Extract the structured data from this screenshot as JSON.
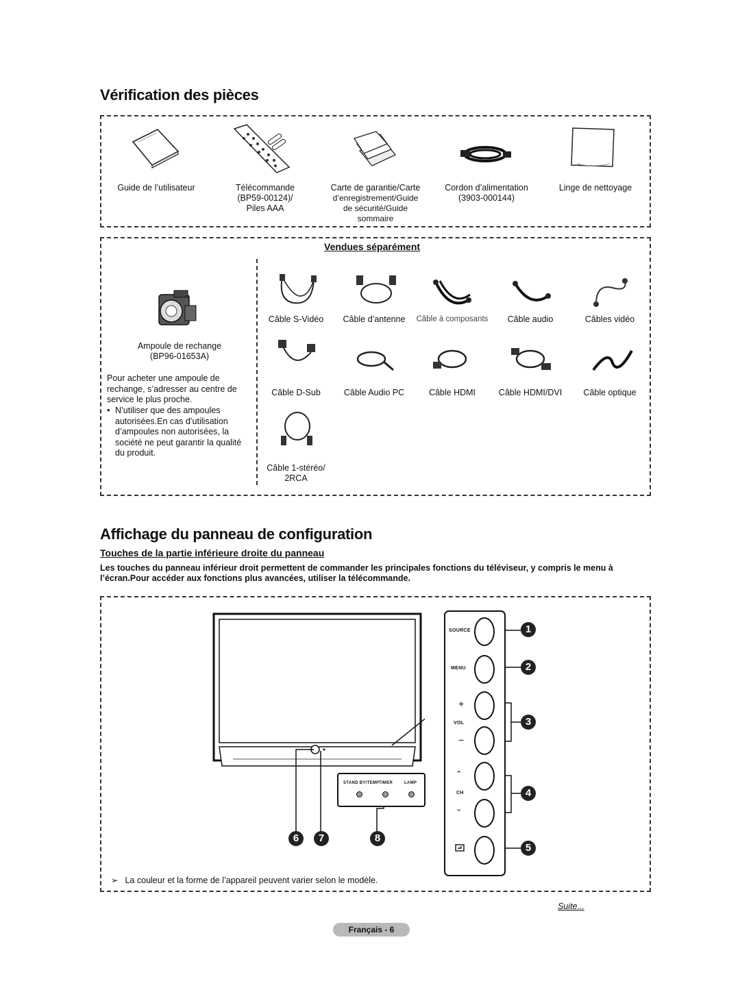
{
  "section1": {
    "title": "Vérification des pièces"
  },
  "included": [
    {
      "lines": [
        "Guide de l’utilisateur"
      ],
      "icon": "manual-icon"
    },
    {
      "lines": [
        "Télécommande",
        "(BP59-00124)/",
        "Piles AAA"
      ],
      "icon": "remote-control-icon"
    },
    {
      "lines": [
        "Carte de garantie/Carte",
        "d’enregistrement/Guide",
        "de sécurité/Guide",
        "sommaire"
      ],
      "icon": "warranty-cards-icon"
    },
    {
      "lines": [
        "Cordon d’alimentation",
        "(3903-000144)"
      ],
      "icon": "power-cord-icon"
    },
    {
      "lines": [
        "Linge de nettoyage"
      ],
      "icon": "cleaning-cloth-icon"
    }
  ],
  "sold_separately": {
    "title": "Vendues séparément",
    "lamp": {
      "lines": [
        "Ampoule de rechange",
        "(BP96-01653A)"
      ],
      "note": [
        "Pour acheter une ampoule de",
        "rechange, s’adresser au centre de",
        "service le plus proche."
      ],
      "bullet": [
        "N’utiliser que des ampoules",
        "autorisées.En cas d’utilisation",
        "d’ampoules non autorisées, la",
        "société ne peut garantir la qualité",
        "du produit."
      ]
    },
    "row1": [
      "Câble S-Vidéo",
      "Câble d’antenne",
      "Câble à composants",
      "Câble audio",
      "Câbles vidéo"
    ],
    "row2": [
      "Câble D-Sub",
      "Câble Audio PC",
      "Câble HDMI",
      "Câble HDMI/DVI",
      "Câble optique"
    ],
    "row3": [
      "Câble 1-stéréo/",
      "2RCA"
    ]
  },
  "section2": {
    "title": "Affichage du panneau de configuration",
    "subtitle": "Touches de la partie inférieure droite du panneau",
    "description": [
      "Les touches du panneau inférieur droit permettent de commander les principales fonctions du téléviseur, y compris le menu à",
      "l’écran.Pour accéder aux fonctions plus avancées, utiliser la télécommande."
    ],
    "panel_labels": {
      "source": "SOURCE",
      "menu": "MENU",
      "vol": "VOL",
      "ch": "CH",
      "plus": "+",
      "minus": "−",
      "up": "ˆ",
      "down": "ˇ"
    },
    "indicator_labels": [
      "STAND BY/TEMP",
      "TIMER",
      "LAMP"
    ],
    "numbers": [
      "1",
      "2",
      "3",
      "4",
      "5",
      "6",
      "7",
      "8"
    ],
    "note": "La couleur et la forme de l’appareil peuvent varier selon le modèle.",
    "note_marker": "➢"
  },
  "continued": "Suite...",
  "footer": "Français - 6"
}
